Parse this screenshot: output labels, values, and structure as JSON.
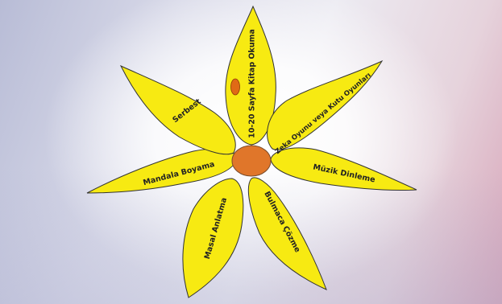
{
  "diagram": {
    "petal_color": "#f7ea12",
    "petal_stroke": "#333333",
    "center_color": "#e0762a",
    "petals": [
      {
        "label": "10-20 Sayfa Kitap Okuma"
      },
      {
        "label": "Zeka Oyunu veya Kutu Oyunları"
      },
      {
        "label": "Müzik Dinleme"
      },
      {
        "label": "Bulmaca Çözme"
      },
      {
        "label": "Masal Anlatma"
      },
      {
        "label": "Mandala Boyama"
      },
      {
        "label": "Serbest"
      }
    ]
  }
}
